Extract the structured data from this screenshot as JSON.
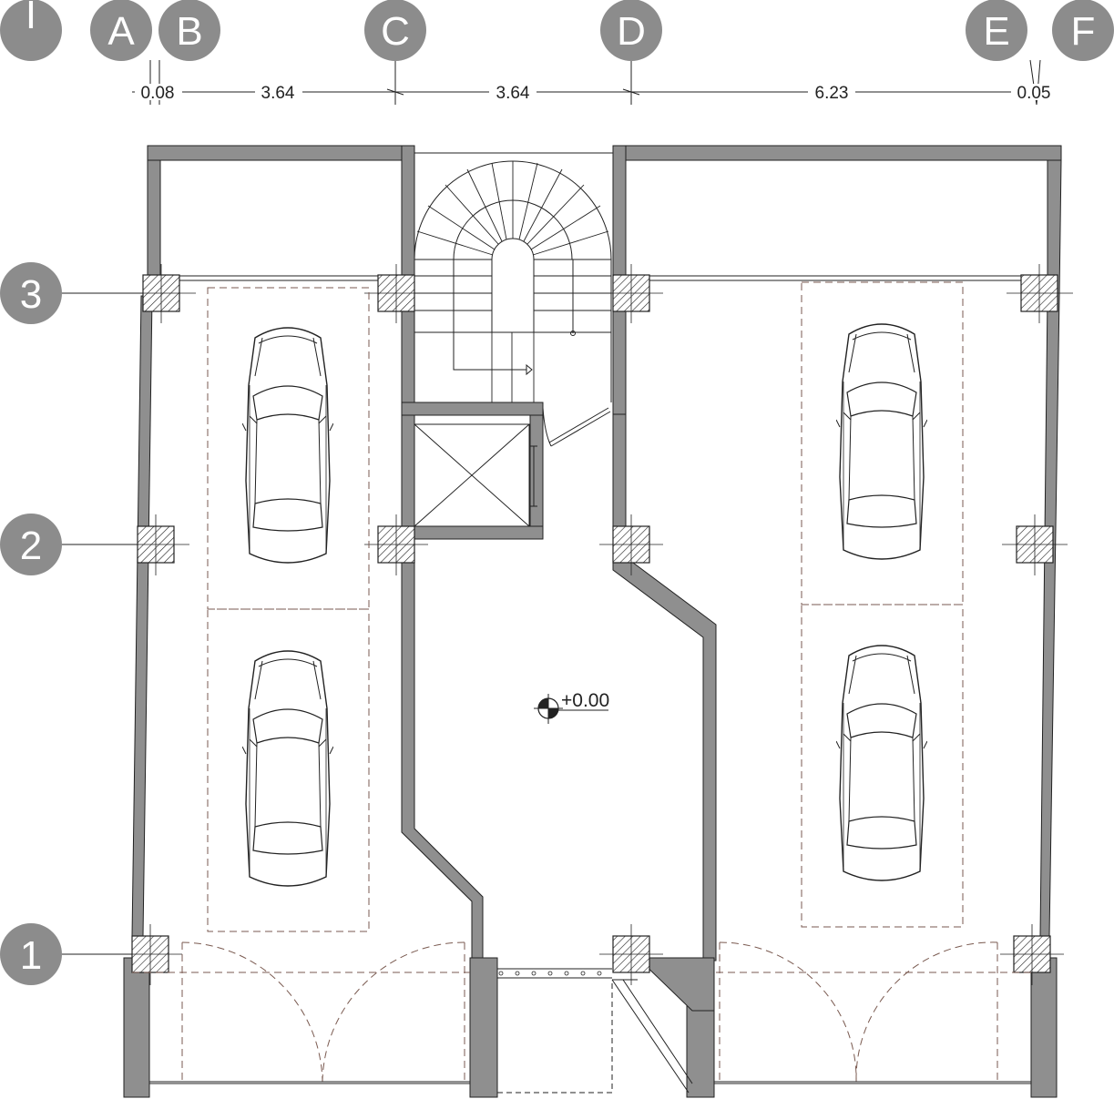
{
  "colors": {
    "wall": "#8f8f8f",
    "bubble": "#8c8c8c",
    "bubble_text": "#ffffff",
    "line": "#222222",
    "dashed": "#7a5a50"
  },
  "grid_columns": [
    "I",
    "A",
    "B",
    "C",
    "D",
    "E",
    "F"
  ],
  "grid_rows": [
    "3",
    "2",
    "1"
  ],
  "dimensions": [
    "0.08",
    "3.64",
    "3.64",
    "6.23",
    "0.05"
  ],
  "level_marker": "+0.00",
  "icons": [
    "car-icon",
    "column-icon",
    "spiral-stair-icon",
    "elevator-icon",
    "level-marker-icon"
  ]
}
